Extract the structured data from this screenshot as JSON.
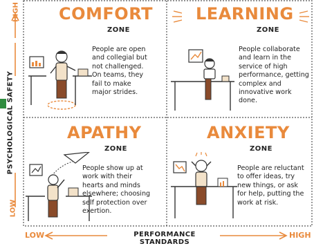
{
  "y_axis": {
    "label": "PSYCHOLOGICAL SAFETY",
    "high": "HIGH",
    "low": "LOW"
  },
  "x_axis": {
    "label": "PERFORMANCE STANDARDS",
    "low": "LOW",
    "high": "HIGH"
  },
  "quadrants": {
    "comfort": {
      "title": "COMFORT",
      "zone": "ZONE",
      "description": "People are open\nand collegial but\nnot challenged.\nOn teams, they\nfail to make\nmajor strides."
    },
    "learning": {
      "title": "LEARNING",
      "zone": "ZONE",
      "description": "People collaborate\nand learn in the\nservice of high\nperformance, getting\ncomplex and\ninnovative work\ndone."
    },
    "apathy": {
      "title": "APATHY",
      "zone": "ZONE",
      "description": "People show up at\nwork with their\nhearts and minds\nelsewhere; choosing\nself protection over\nexertion."
    },
    "anxiety": {
      "title": "ANXIETY",
      "zone": "ZONE",
      "description": "People are reluctant\nto offer ideas, try\nnew things, or ask\nfor help, putting the\nwork at risk."
    }
  },
  "colors": {
    "accent": "#e98a3c",
    "ink": "#1f1f1f",
    "green_tab": "#2e8b3e",
    "divider": "#555555"
  }
}
